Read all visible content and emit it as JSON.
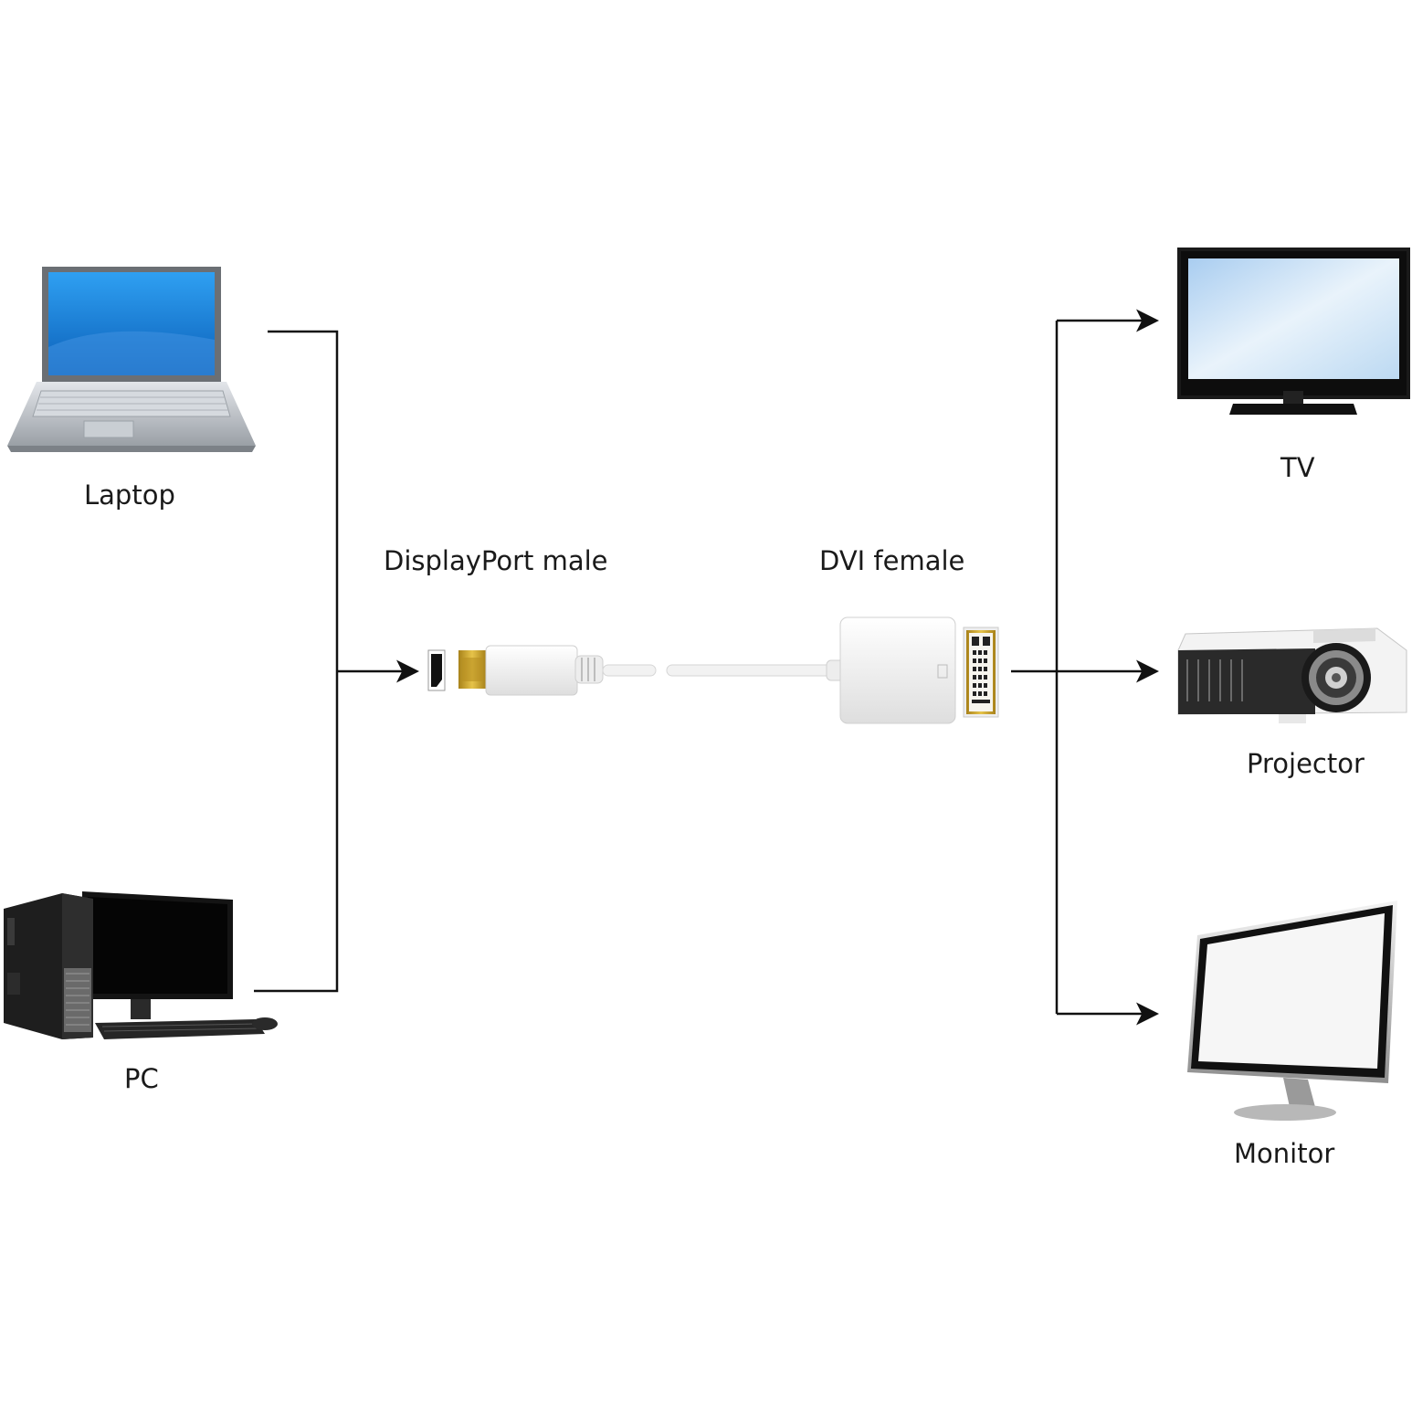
{
  "sources": {
    "laptop": {
      "label": "Laptop",
      "icon": "laptop-icon"
    },
    "pc": {
      "label": "PC",
      "icon": "desktop-pc-icon"
    }
  },
  "adapter": {
    "input_label": "DisplayPort male",
    "output_label": "DVI female",
    "input_icon": "displayport-male-plug-icon",
    "output_icon": "dvi-female-socket-icon"
  },
  "outputs": {
    "tv": {
      "label": "TV",
      "icon": "tv-icon"
    },
    "projector": {
      "label": "Projector",
      "icon": "projector-icon"
    },
    "monitor": {
      "label": "Monitor",
      "icon": "monitor-icon"
    }
  },
  "colors": {
    "line": "#111111",
    "laptop_screen": "#1e7fd8",
    "tv_screen": "#cfe4f7",
    "connector_gold": "#c9a227",
    "adapter_body": "#f2f2f2"
  }
}
